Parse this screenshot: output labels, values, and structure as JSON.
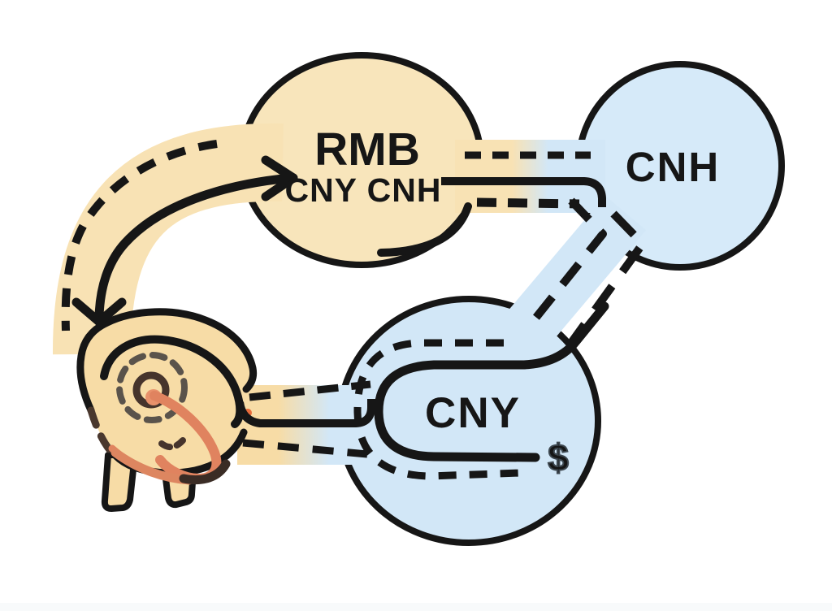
{
  "diagram": {
    "description": "Currency flow diagram linking a piggy-bank figure with RMB, CNH and CNY nodes",
    "nodes": {
      "rmb": {
        "title": "RMB",
        "subtitle": "CNY CNH",
        "fill": "#f8e5bb"
      },
      "cnh": {
        "label": "CNH",
        "fill": "#d6eaf9"
      },
      "cny": {
        "label": "CNY",
        "currency_symbol": "$",
        "fill": "#d2e7f7"
      },
      "piggy_bank": {
        "fill": "#f7dca6"
      }
    },
    "edges": [
      {
        "from": "piggy-bank",
        "to": "rmb",
        "style": "curved double-headed arrow with dashed outer edge"
      },
      {
        "from": "rmb",
        "to": "cnh",
        "style": "dashed / solid / dashed horizontal lines"
      },
      {
        "from": "cnh",
        "to": "cny",
        "style": "two dashed diagonal lines with elbow bends"
      },
      {
        "from": "piggy-bank",
        "to": "cny",
        "style": "dashed / solid / dashed horizontal lines"
      }
    ],
    "colors": {
      "background": "#ffffff",
      "outline": "#161616",
      "cream_band": "#f8e2b4",
      "blue_band": "#d2e7f7",
      "accent_orange": "#e0835f",
      "accent_brown": "#46342c",
      "dash_gray": "#5a534b",
      "dollar_outline": "#3d474f"
    }
  }
}
